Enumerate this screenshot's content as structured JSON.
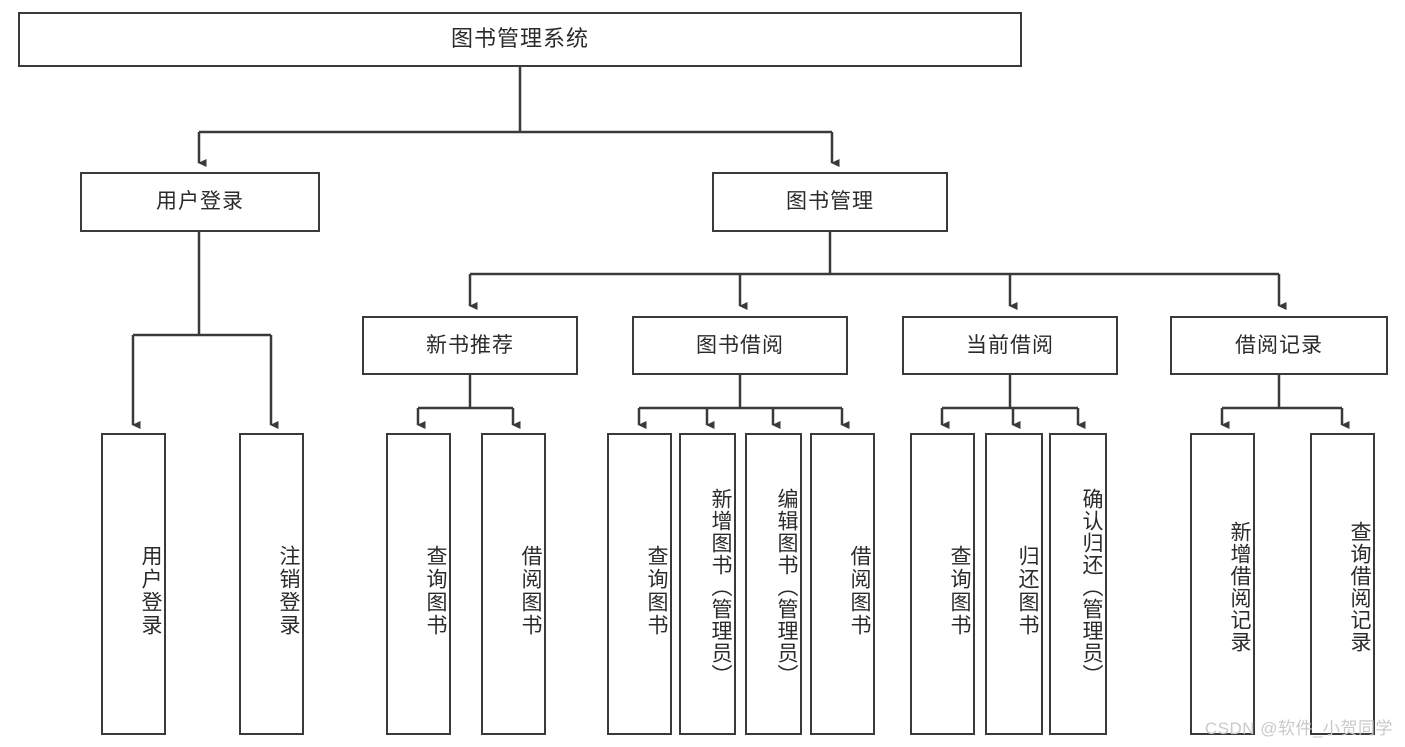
{
  "diagram": {
    "title": "图书管理系统",
    "watermark": "CSDN @软件_小贺同学",
    "colors": {
      "background": "#ffffff",
      "node_border": "#3a3a3a",
      "node_fill": "#ffffff",
      "text": "#2b2b2b",
      "edge": "#3a3a3a",
      "watermark": "#c9c9c9"
    },
    "nodes": {
      "root": {
        "label": "图书管理系统"
      },
      "level2": [
        {
          "label": "用户登录"
        },
        {
          "label": "图书管理"
        }
      ],
      "level3": [
        {
          "label": "新书推荐"
        },
        {
          "label": "图书借阅"
        },
        {
          "label": "当前借阅"
        },
        {
          "label": "借阅记录"
        }
      ],
      "leaves": {
        "user_login": [
          {
            "label": "用户登录"
          },
          {
            "label": "注销登录"
          }
        ],
        "new_book_recommend": [
          {
            "label": "查询图书"
          },
          {
            "label": "借阅图书"
          }
        ],
        "book_borrow": [
          {
            "label": "查询图书"
          },
          {
            "label": "新增图书（管理员）"
          },
          {
            "label": "编辑图书（管理员）"
          },
          {
            "label": "借阅图书"
          }
        ],
        "current_borrow": [
          {
            "label": "查询图书"
          },
          {
            "label": "归还图书"
          },
          {
            "label": "确认归还（管理员）"
          }
        ],
        "borrow_record": [
          {
            "label": "新增借阅记录"
          },
          {
            "label": "查询借阅记录"
          }
        ]
      }
    }
  }
}
